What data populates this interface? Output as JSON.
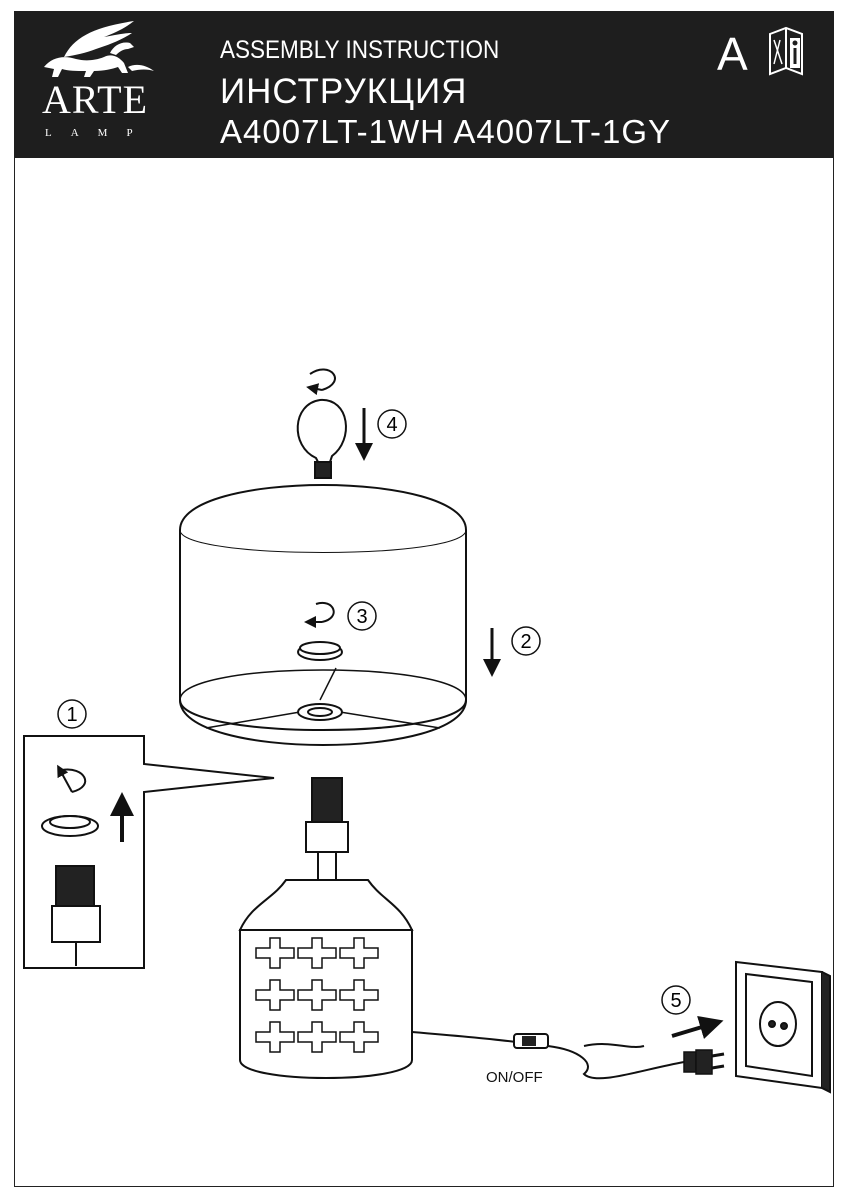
{
  "header": {
    "brand": "ARTE",
    "brand_sub": "LAMP",
    "title_en": "ASSEMBLY  INSTRUCTION",
    "title_ru": "ИНСТРУКЦИЯ",
    "models": "A4007LT-1WH   A4007LT-1GY",
    "language_code": "A",
    "info_icon": "manual-info-icon"
  },
  "steps": [
    "1",
    "2",
    "3",
    "4",
    "5"
  ],
  "switch_label": "ON/OFF",
  "colors": {
    "header_bg": "#1e1e1e",
    "header_text": "#ffffff",
    "line": "#111111"
  }
}
